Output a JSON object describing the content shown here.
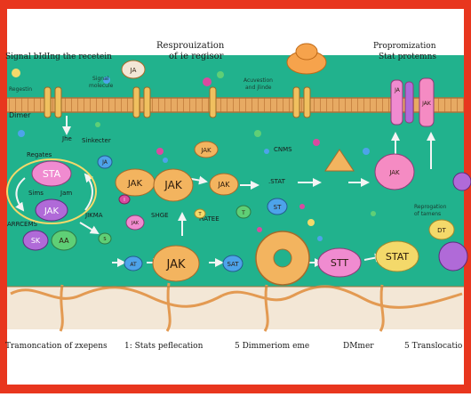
{
  "colors": {
    "frame": "#e8361e",
    "background": "#21b28d",
    "membrane": "#e7aa63",
    "membrane_line": "#c57f3f",
    "lower_band": "#f3e7d6",
    "arrow": "#f2f2f2",
    "pink": "#f08bd0",
    "purple": "#b06ad8",
    "node_fill": "#f3b45f",
    "blue": "#4da3ea",
    "magenta": "#d94aa0",
    "yellow": "#f4d96a",
    "green": "#5fcf76"
  },
  "header": {
    "left": "Signal bIdIng the recetein",
    "mid_1": "Resprouization",
    "mid_2": "of ie regisor",
    "right_1": "Propromization",
    "right_2": "Stat protemns"
  },
  "labels": {
    "regestin": "Regestin",
    "signal_molecule_1": "Signal",
    "signal_molecule_2": "molecule",
    "dimer_edge": "Dimer",
    "jhe": "Jhe",
    "regates": "Regates",
    "sinkecter": "Sinkecter",
    "sims": "Sims",
    "jam": "Jam",
    "arrcems": "ARRCEMS",
    "jikma": "JIKMA",
    "shge": "SHGE",
    "hatee": "HATEE",
    "cnms": "CNMS",
    "stat_dot": ".STAT",
    "acuvestion_1": "Acuvestion",
    "acuvestion_2": "and jlinde",
    "reprogation_1": "Reprogation",
    "reprogation_2": "of tamens",
    "ja_right": "JA",
    "jak_right": "JAK"
  },
  "nodes": {
    "ja_top": "JA",
    "jak_small": "JAK",
    "jak_mid": "JAK",
    "jak_big": "JAK",
    "jak_left": "JAK",
    "jak_bottom": "JAK",
    "sta_left": "STA",
    "sk": "SK",
    "aa": "AA",
    "ja_mini": "JA",
    "jak_mini": "JAK",
    "at": "AT",
    "sat": "SAT",
    "stt": "STT",
    "stat": "STAT",
    "dt": "DT",
    "st": "ST",
    "t": "T",
    "jak_blob": "JAK",
    "s_small": "S",
    "i_small": "I",
    "t_small": "T"
  },
  "footer": {
    "step_a": "Tramoncation of zxepens",
    "step_b": "1: Stats peflecation",
    "step_c": "5 Dimmeriom eme",
    "step_d": "DMmer",
    "step_e": "5 Translocatio"
  }
}
